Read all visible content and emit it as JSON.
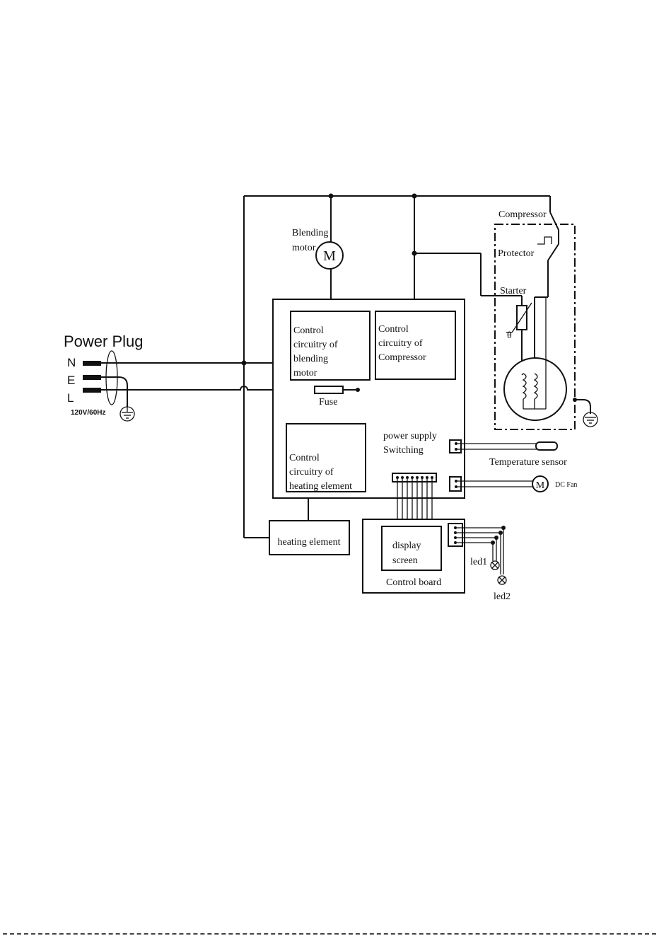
{
  "labels": {
    "power_plug": "Power Plug",
    "pin_n": "N",
    "pin_e": "E",
    "pin_l": "L",
    "voltage": "120V/60Hz",
    "blending_motor_1": "Blending",
    "blending_motor_2": "motor",
    "motor_symbol": "M",
    "ctrl_blend_1": "Control",
    "ctrl_blend_2": "circuitry of",
    "ctrl_blend_3": "blending",
    "ctrl_blend_4": "motor",
    "ctrl_comp_1": "Control",
    "ctrl_comp_2": "circuitry of",
    "ctrl_comp_3": "Compressor",
    "fuse": "Fuse",
    "compressor": "Compressor",
    "protector": "Protector",
    "starter": "Starter",
    "theta": "θ",
    "power_supply_1": "power supply",
    "power_supply_2": "Switching",
    "temperature_sensor": "Temperature sensor",
    "ctrl_heat_1": "Control",
    "ctrl_heat_2": "circuitry of",
    "ctrl_heat_3": "heating element",
    "dc_fan_symbol": "M",
    "dc_fan": "DC Fan",
    "heating_element": "heating element",
    "display_1": "display",
    "display_2": "screen",
    "control_board": "Control board",
    "led1": "led1",
    "led2": "led2"
  }
}
